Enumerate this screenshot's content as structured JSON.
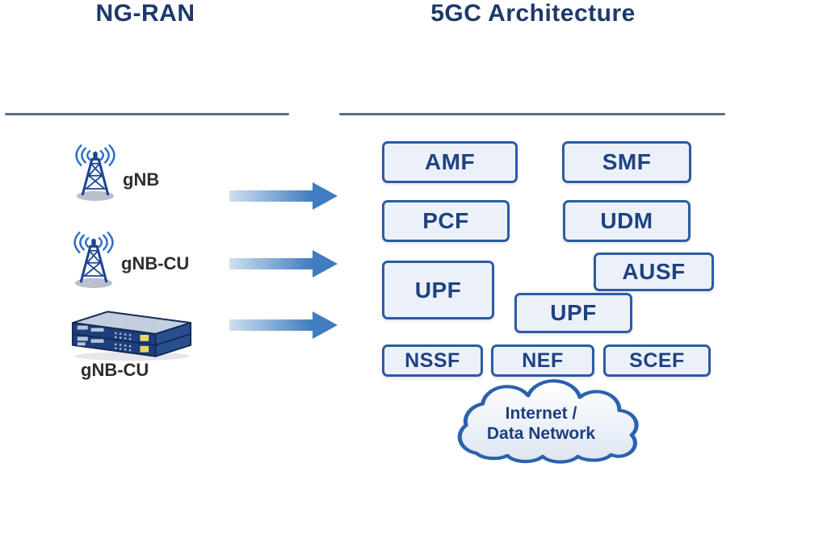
{
  "diagram": {
    "left": {
      "title": "NG-RAN",
      "nodes": [
        {
          "icon": "antenna-tower",
          "label": "gNB"
        },
        {
          "icon": "antenna-tower",
          "label": "gNB-CU"
        },
        {
          "icon": "server-stack",
          "label": "gNB-CU"
        }
      ]
    },
    "right": {
      "title": "5GC Architecture",
      "boxes": [
        {
          "label": "AMF"
        },
        {
          "label": "SMF"
        },
        {
          "label": "PCF"
        },
        {
          "label": "UDM"
        },
        {
          "label": "UPF"
        },
        {
          "label": "AUSF"
        },
        {
          "label": "UPF"
        },
        {
          "label": "NSSF"
        },
        {
          "label": "NEF"
        },
        {
          "label": "SCEF"
        }
      ]
    },
    "cloud": {
      "line1": "Internet /",
      "line2": "Data Network"
    },
    "colors": {
      "title": "#1c3a6b",
      "underline": "#5a6b85",
      "box_border": "#2d5ba3",
      "box_fill": "#ecf1f9",
      "box_text": "#1e4284",
      "node_label": "#2e2e2e",
      "cloud_border": "#2a62ad",
      "cloud_text": "#1d3f7e",
      "arrow_start": "#cfe0f0",
      "arrow_end": "#3f7cc0"
    }
  }
}
